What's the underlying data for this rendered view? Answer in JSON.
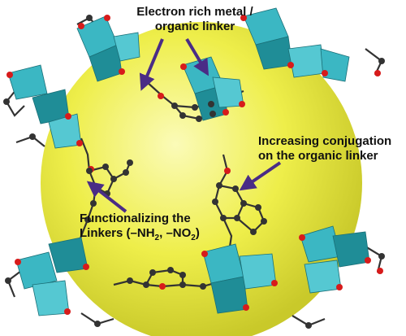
{
  "labels": {
    "metal_linker": {
      "line1": "Electron rich metal /",
      "line2": "organic linker"
    },
    "conjugation": {
      "line1": "Increasing conjugation",
      "line2": "on the organic linker"
    },
    "functionalizing": {
      "line1": "Functionalizing the",
      "line2_prefix": "Linkers (",
      "nh": "–NH",
      "sub1": "2",
      "sep": ", ",
      "no": "–NO",
      "sub2": "2",
      "suffix": ")"
    }
  },
  "colors": {
    "sphere": "#eeee4a",
    "sphere_edge": "#c9c92a",
    "polyhedra": "#3bb7c3",
    "polyhedra_dark": "#1f8d97",
    "oxygen": "#d71b1b",
    "carbon": "#333333",
    "arrow": "#4a2c86"
  }
}
